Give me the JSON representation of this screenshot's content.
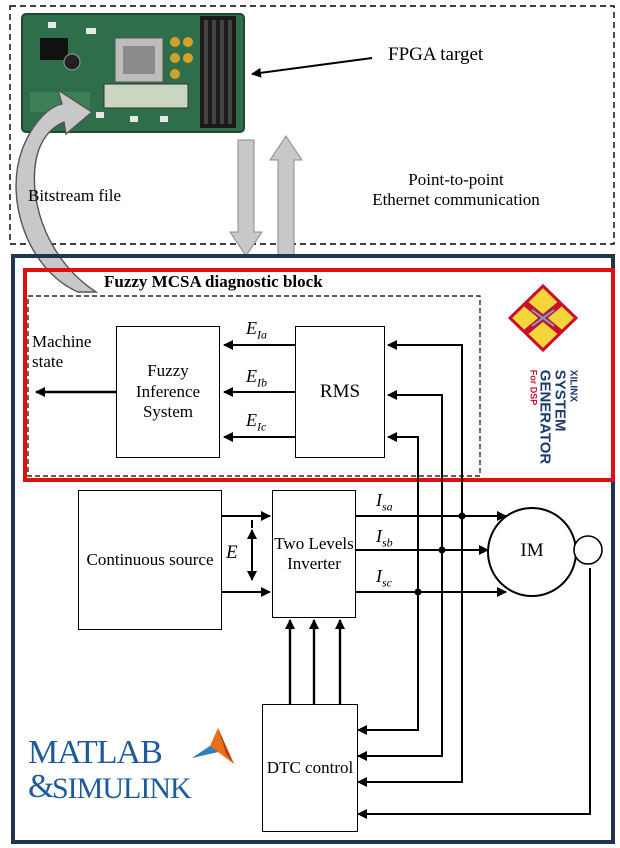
{
  "labels": {
    "fpga_target": "FPGA target",
    "bitstream": "Bitstream file",
    "ethernet_line1": "Point-to-point",
    "ethernet_line2": "Ethernet communication",
    "fuzzy_block_title": "Fuzzy MCSA diagnostic block",
    "machine_state_line1": "Machine",
    "machine_state_line2": "state",
    "e_dc": "E"
  },
  "blocks": {
    "fis": "Fuzzy Inference System",
    "rms": "RMS",
    "source": "Continuous source",
    "inverter": "Two Levels Inverter",
    "dtc": "DTC control",
    "motor": "IM"
  },
  "signals": {
    "e_ia": {
      "base": "E",
      "sub": "Ia"
    },
    "e_ib": {
      "base": "E",
      "sub": "Ib"
    },
    "e_ic": {
      "base": "E",
      "sub": "Ic"
    },
    "i_sa": {
      "base": "I",
      "sub": "sa"
    },
    "i_sb": {
      "base": "I",
      "sub": "sb"
    },
    "i_sc": {
      "base": "I",
      "sub": "sc"
    }
  },
  "logos": {
    "xilinx_line1": "XILINX",
    "xilinx_line2": "SYSTEM",
    "xilinx_line3": "GENERATOR",
    "xilinx_line4": "For DSP",
    "matlab": "MATLAB",
    "simulink": "SIMULINK",
    "matlab_amp": "&"
  },
  "colors": {
    "navy_frame": "#1f3550",
    "red_frame": "#e01010",
    "arrow_gray": "#c8c8c8",
    "matlab_blue": "#1e5a9c",
    "matlab_orange": "#e8701a",
    "xilinx_red": "#c8102e",
    "xilinx_yellow": "#f5d53a",
    "board_green": "#2f6e4a"
  }
}
